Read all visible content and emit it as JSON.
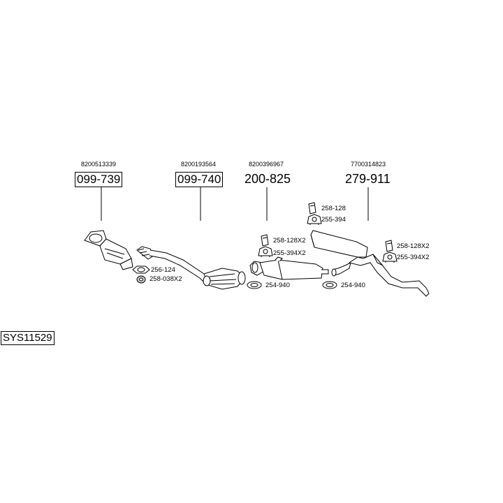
{
  "system_code": "SYS11529",
  "parts": [
    {
      "oem": "8200513339",
      "part_number": "099-739",
      "boxed": true
    },
    {
      "oem": "8200193564",
      "part_number": "099-740",
      "boxed": true
    },
    {
      "oem": "8200396967",
      "part_number": "200-825",
      "boxed": false
    },
    {
      "oem": "7700314823",
      "part_number": "279-911",
      "boxed": false
    }
  ],
  "accessories": [
    {
      "label": "256-124",
      "icon": "gasket-icon"
    },
    {
      "label": "258-038X2",
      "icon": "nut-icon"
    },
    {
      "label": "258-128X2",
      "icon": "clamp-icon"
    },
    {
      "label": "255-394X2",
      "icon": "rubber-hanger-icon"
    },
    {
      "label": "254-940",
      "icon": "ring-icon"
    },
    {
      "label": "258-128",
      "icon": "clamp-icon"
    },
    {
      "label": "255-394",
      "icon": "rubber-hanger-icon"
    },
    {
      "label": "254-940",
      "icon": "ring-icon"
    },
    {
      "label": "258-128X2",
      "icon": "clamp-icon"
    },
    {
      "label": "255-394X2",
      "icon": "rubber-hanger-icon"
    }
  ]
}
